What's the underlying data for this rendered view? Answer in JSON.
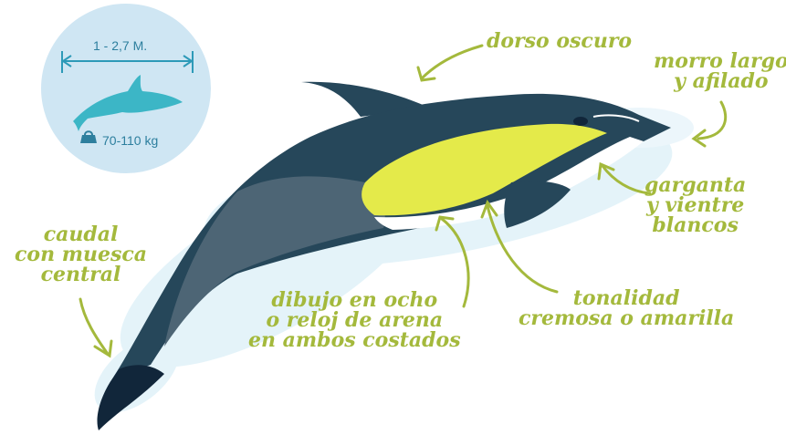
{
  "info": {
    "length": "1 - 2,7 M.",
    "weight": "70-110 kg",
    "icons": [
      "length-arrow-icon",
      "dolphin-silhouette-icon",
      "weight-icon"
    ]
  },
  "labels": {
    "dorsal": "dorso oscuro",
    "snout": [
      "morro largo",
      "y afilado"
    ],
    "throat": [
      "garganta",
      "y vientre",
      "blancos"
    ],
    "tail": [
      "caudal",
      "con muesca",
      "central"
    ],
    "pattern": [
      "dibujo en ocho",
      "o reloj de arena",
      "en ambos costados"
    ],
    "color": [
      "tonalidad",
      "cremosa o amarilla"
    ]
  },
  "colors": {
    "label": "#a4b93c",
    "back": "#26475a",
    "flank_grey": "#4d6575",
    "yellow": "#e4ea4a",
    "belly": "#ffffff",
    "circle": "#cfe6f3",
    "info": "#2d7f9e",
    "wash": "#cde8f4"
  }
}
